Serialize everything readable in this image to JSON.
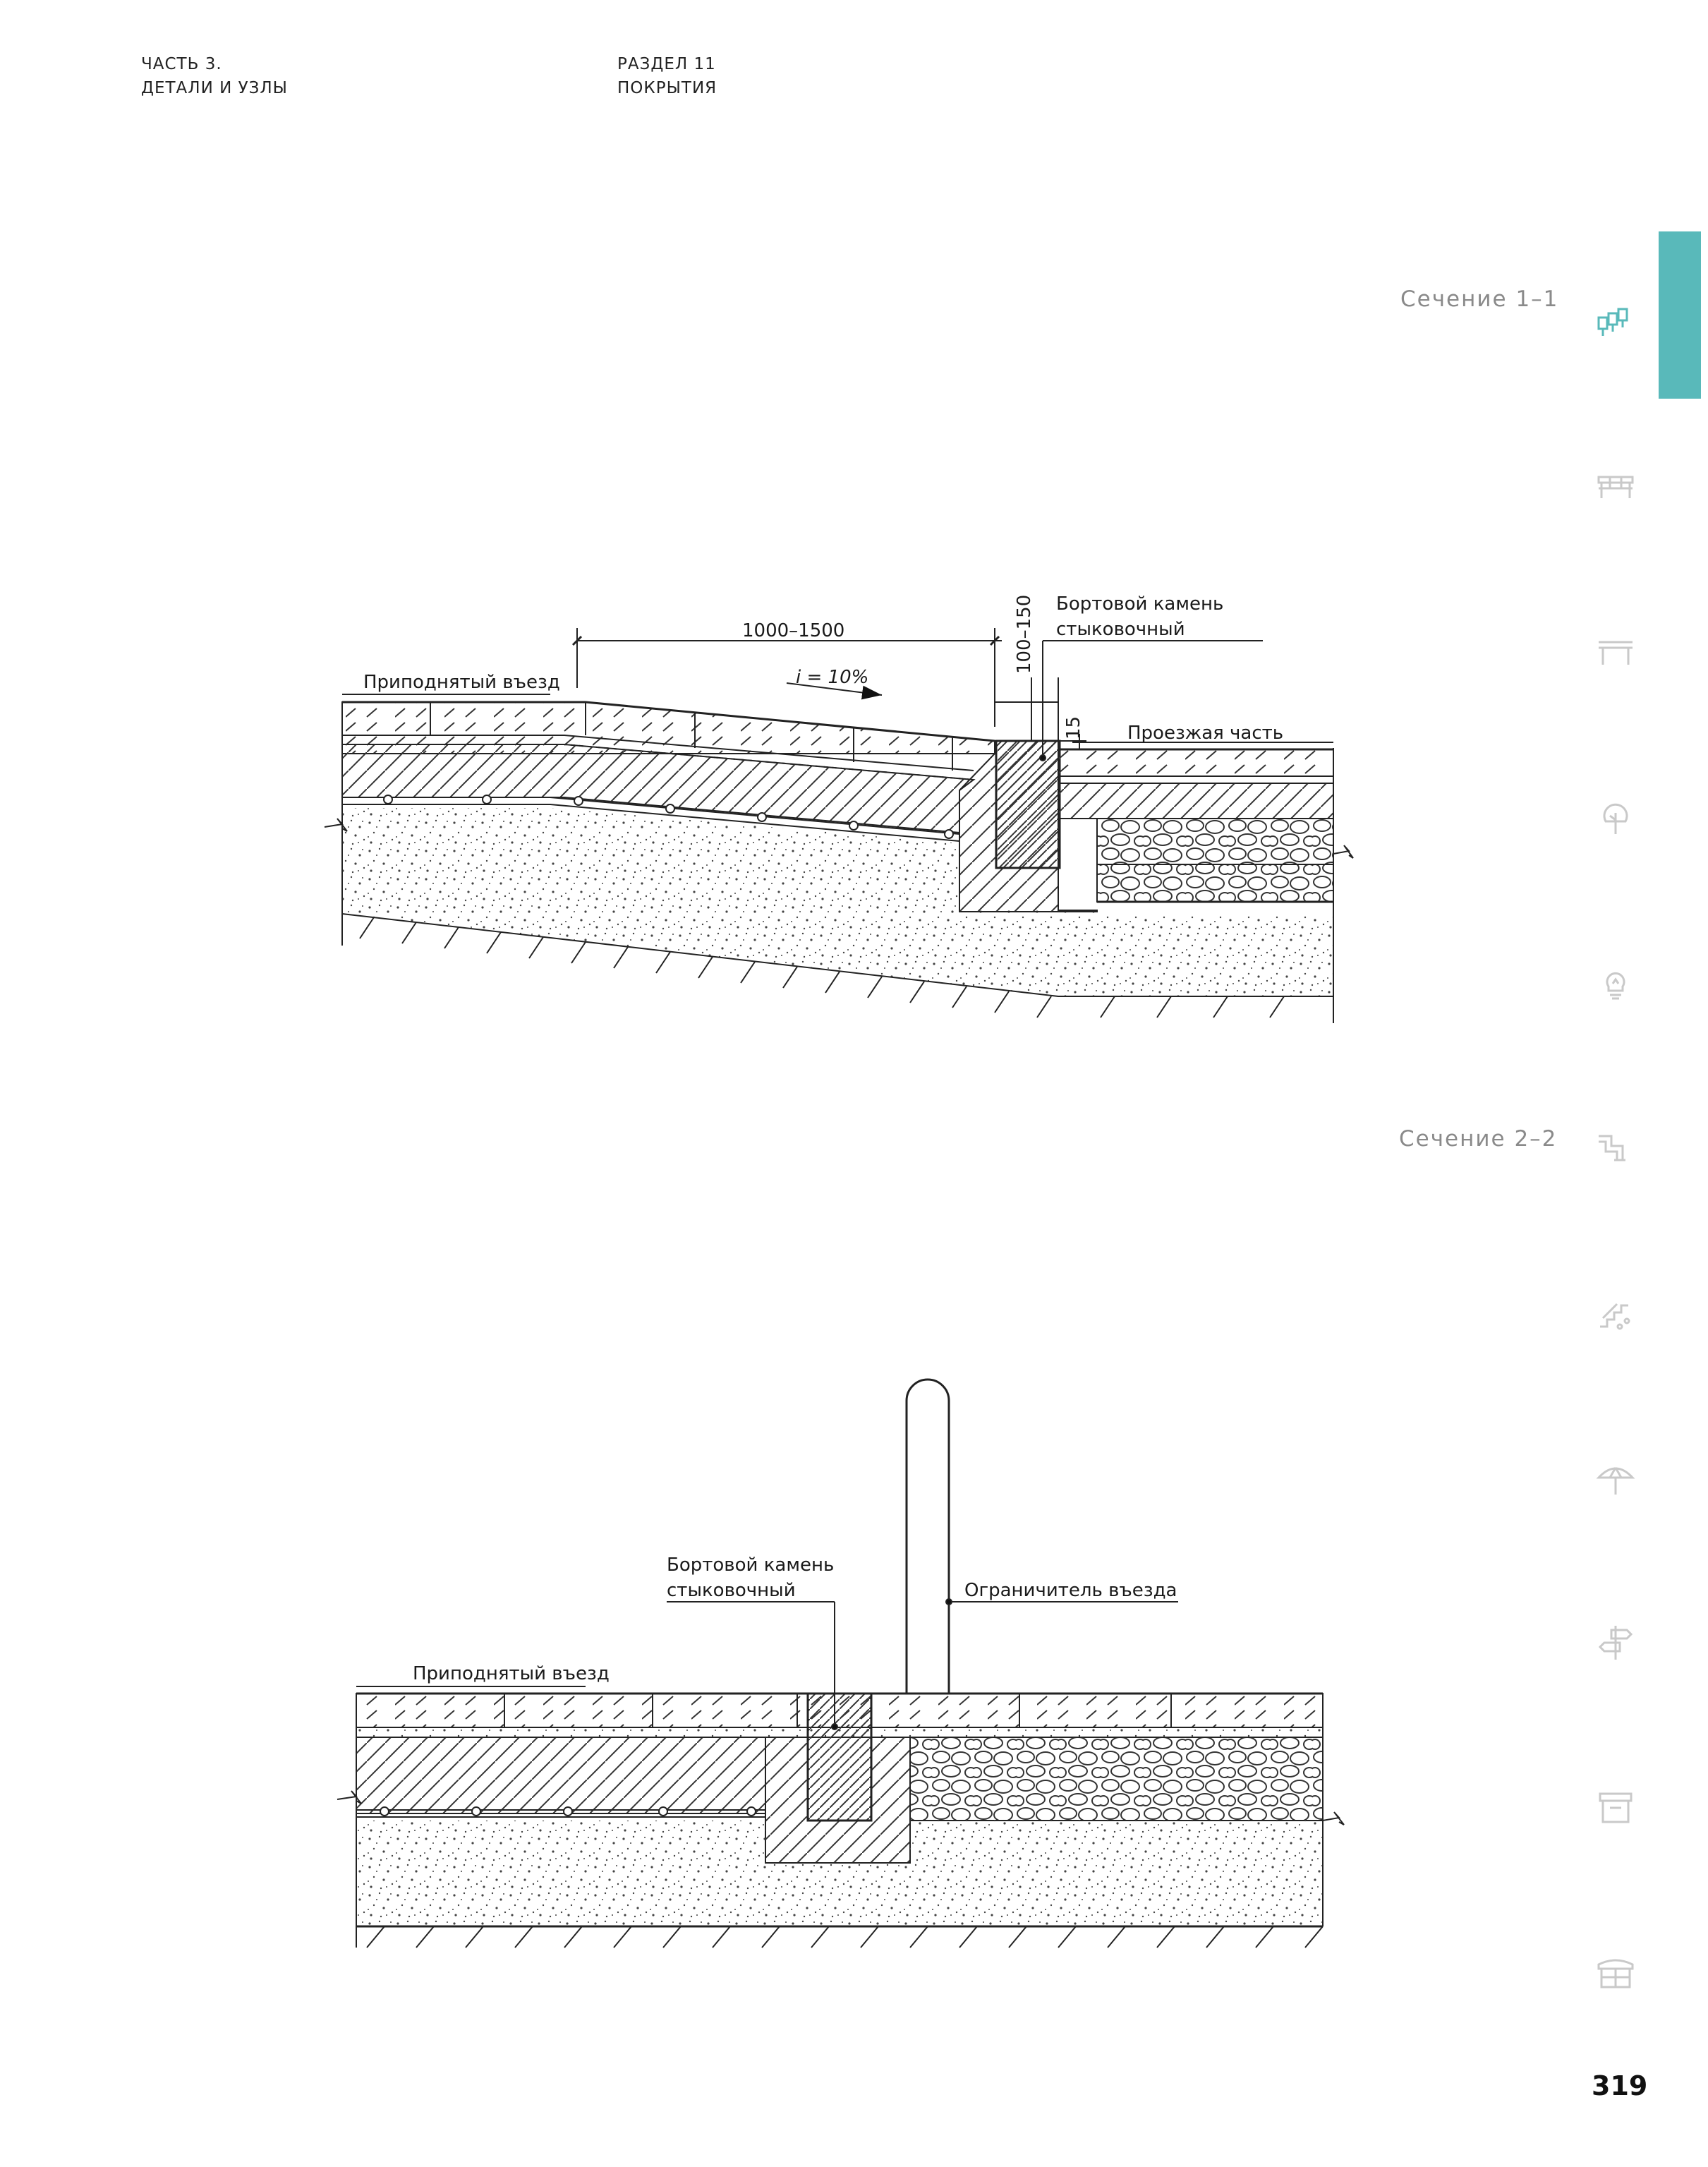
{
  "header": {
    "part_line1": "ЧАСТЬ 3.",
    "part_line2": "ДЕТАЛИ И УЗЛЫ",
    "section_line1": "РАЗДЕЛ 11",
    "section_line2": "ПОКРЫТИЯ"
  },
  "section1": {
    "title": "Сечение 1–1",
    "labels": {
      "raised_entry": "Приподнятый въезд",
      "curb_line1": "Бортовой камень",
      "curb_line2": "стыковочный",
      "roadway": "Проезжая часть",
      "dim_length": "1000–1500",
      "dim_height": "100–150",
      "dim_gap": "15",
      "slope": "i = 10%"
    }
  },
  "section2": {
    "title": "Сечение 2–2",
    "labels": {
      "raised_entry": "Приподнятый въезд",
      "curb_line1": "Бортовой камень",
      "curb_line2": "стыковочный",
      "bollard": "Ограничитель въезда"
    }
  },
  "sidebar": {
    "active_color": "#59b9ba",
    "icons": [
      "paving-icon",
      "bench-icon",
      "pergola-icon",
      "tree-icon",
      "lamp-icon",
      "pipe-icon",
      "stairs-icon",
      "umbrella-icon",
      "signpost-icon",
      "bin-icon",
      "kiosk-icon"
    ]
  },
  "page_number": "319"
}
